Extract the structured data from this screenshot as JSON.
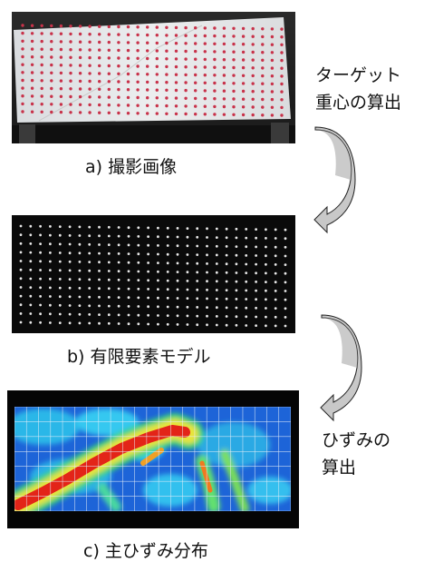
{
  "panels": {
    "a": {
      "caption": "a) 撮影画像",
      "grid": {
        "rows": 12,
        "cols": 28
      }
    },
    "b": {
      "caption": "b) 有限要素モデル",
      "grid": {
        "rows": 12,
        "cols": 28
      }
    },
    "c": {
      "caption": "c) 主ひずみ分布",
      "grid": {
        "rows": 7,
        "cols": 23
      }
    }
  },
  "annotations": {
    "step1": {
      "line1": "ターゲット",
      "line2": "重心の算出"
    },
    "step2": {
      "line1": "ひずみの",
      "line2": "算出"
    }
  },
  "colors": {
    "target_red": "#c8324a",
    "target_white": "#e8e8e8",
    "arrow_fill": "#c8c8c8",
    "panel_dark": "#0a0a0a"
  }
}
